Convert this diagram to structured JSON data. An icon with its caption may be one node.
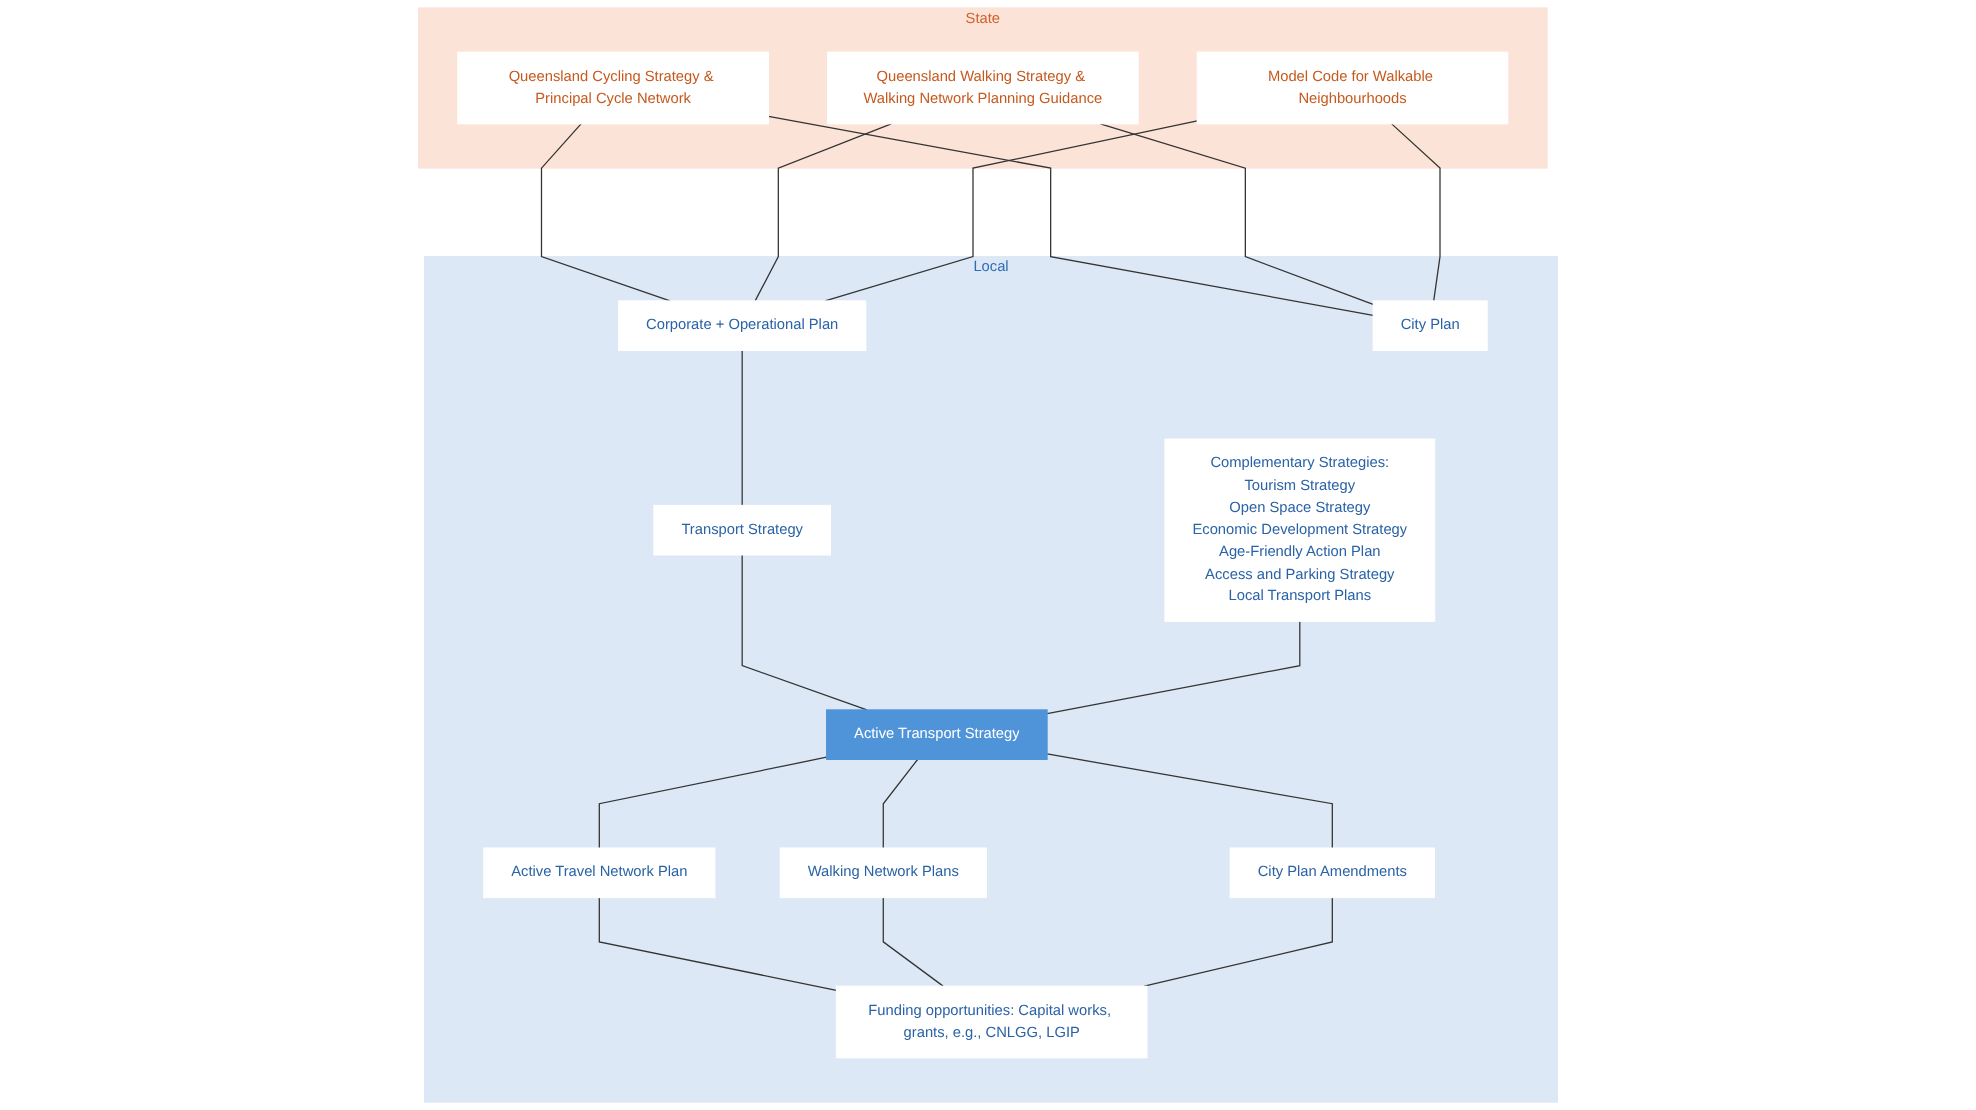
{
  "diagram": {
    "nodes": [
      {
        "text": [
          "State"
        ]
      },
      {
        "text": [
          "Queensland Cycling Strategy & Principal Cycle Network"
        ],
        "in": 0
      },
      {
        "text": [
          "Queensland Walking Strategy & Walking Network Planning Guidance"
        ],
        "in": 0
      },
      {
        "text": [
          "Model Code for Walkable Neighbourhoods"
        ],
        "in": 0
      },
      {
        "text": [
          "Local"
        ]
      },
      {
        "text": [
          "Complementary Strategies:",
          "Tourism Strategy",
          "Open Space Strategy",
          "Economic Development Strategy",
          "Age-Friendly Action Plan",
          "Access and Parking Strategy",
          "Local Transport Plans"
        ],
        "in": 4
      },
      {
        "text": [
          "Corporate + Operational Plan"
        ],
        "in": 4
      },
      {
        "text": [
          "City Plan"
        ],
        "in": 4
      },
      {
        "text": [
          "Transport Strategy"
        ],
        "in": 4
      },
      {
        "text": [
          "Active Transport Strategy"
        ],
        "in": 4
      },
      {
        "text": [
          "Active Travel Network Plan"
        ],
        "in": 4
      },
      {
        "text": [
          "Walking Network Plans"
        ],
        "in": 4
      },
      {
        "text": [
          "City Plan Amendments"
        ],
        "in": 4
      },
      {
        "text": [
          "Funding opportunities: Capital works, grants, e.g., CNLGG, LGIP"
        ],
        "in": 4
      }
    ],
    "edges": [
      {
        "from": 1,
        "to": 6,
        "arrow": "none"
      },
      {
        "from": 2,
        "to": 6,
        "arrow": "none"
      },
      {
        "from": 3,
        "to": 6,
        "arrow": "none"
      },
      {
        "from": 1,
        "to": 7,
        "arrow": "none"
      },
      {
        "from": 2,
        "to": 7,
        "arrow": "none"
      },
      {
        "from": 3,
        "to": 7,
        "arrow": "none"
      },
      {
        "from": 6,
        "to": 8,
        "arrow": "none"
      },
      {
        "from": 8,
        "to": 9,
        "arrow": "none"
      },
      {
        "from": 5,
        "to": 9,
        "arrow": "none"
      },
      {
        "from": 9,
        "to": 10,
        "arrow": "none"
      },
      {
        "from": 9,
        "to": 11,
        "arrow": "none"
      },
      {
        "from": 9,
        "to": 12,
        "arrow": "none"
      },
      {
        "from": 10,
        "to": 13,
        "arrow": "none"
      },
      {
        "from": 11,
        "to": 13,
        "arrow": "none"
      },
      {
        "from": 12,
        "to": 13,
        "arrow": "none"
      }
    ]
  }
}
